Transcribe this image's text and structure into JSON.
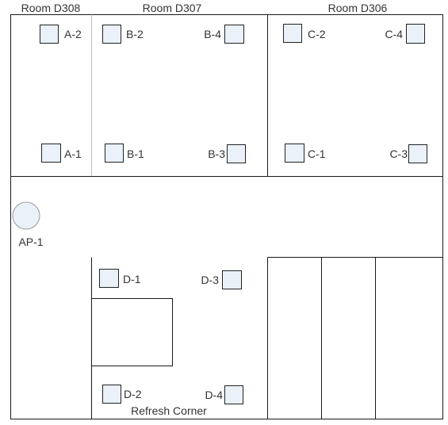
{
  "rooms": {
    "d308": "Room D308",
    "d307": "Room D307",
    "d306": "Room D306"
  },
  "area_label": "Refresh Corner",
  "access_point": {
    "label": "AP-1"
  },
  "nodes": [
    "A-1",
    "A-2",
    "B-1",
    "B-2",
    "B-3",
    "B-4",
    "C-1",
    "C-2",
    "C-3",
    "C-4",
    "D-1",
    "D-2",
    "D-3",
    "D-4"
  ],
  "colors": {
    "node_fill": "#eaf1f9",
    "wall": "#1a1a1a",
    "text": "#333333"
  }
}
